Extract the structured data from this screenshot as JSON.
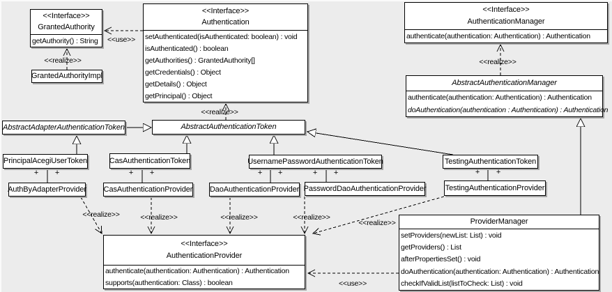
{
  "diagram": {
    "kind": "uml-class-diagram",
    "stereotype_interface": "<<Interface>>",
    "nodes": [
      {
        "id": "granted_authority",
        "stereotype": "<<Interface>>",
        "name": "GrantedAuthority",
        "methods": [
          {
            "text": "getAuthority() : String"
          }
        ]
      },
      {
        "id": "granted_authority_impl",
        "name": "GrantedAuthorityImpl",
        "methods": []
      },
      {
        "id": "authentication",
        "stereotype": "<<Interface>>",
        "name": "Authentication",
        "methods": [
          {
            "text": "setAuthenticated(isAuthenticated: boolean) : void"
          },
          {
            "text": "isAuthenticated() : boolean"
          },
          {
            "text": "getAuthorities() : GrantedAuthority[]"
          },
          {
            "text": "getCredentials() : Object"
          },
          {
            "text": "getDetails() : Object"
          },
          {
            "text": "getPrincipal() : Object"
          }
        ]
      },
      {
        "id": "authentication_manager",
        "stereotype": "<<Interface>>",
        "name": "AuthenticationManager",
        "methods": [
          {
            "text": "authenticate(authentication: Authentication) : Authentication"
          }
        ]
      },
      {
        "id": "abstract_authentication_manager",
        "name": "AbstractAuthenticationManager",
        "abstract": true,
        "methods": [
          {
            "text": "authenticate(authentication: Authentication) : Authentication"
          },
          {
            "text": "doAuthentication(authentication : Authentication) : Authentication",
            "italic": true
          }
        ]
      },
      {
        "id": "abstract_adapter_authentication_token",
        "name": "AbstractAdapterAuthenticationToken",
        "abstract": true,
        "methods": []
      },
      {
        "id": "abstract_authentication_token",
        "name": "AbstractAuthenticationToken",
        "abstract": true,
        "methods": []
      },
      {
        "id": "principal_acegi_user_token",
        "name": "PrincipalAcegiUserToken",
        "methods": []
      },
      {
        "id": "cas_authentication_token",
        "name": "CasAuthenticationToken",
        "methods": []
      },
      {
        "id": "username_password_authentication_token",
        "name": "UsernamePasswordAuthenticationToken",
        "methods": []
      },
      {
        "id": "testing_authentication_token",
        "name": "TestingAuthenticationToken",
        "methods": []
      },
      {
        "id": "auth_by_adapter_provider",
        "name": "AuthByAdapterProvider",
        "methods": []
      },
      {
        "id": "cas_authentication_provider",
        "name": "CasAuthenticationProvider",
        "methods": []
      },
      {
        "id": "dao_authentication_provider",
        "name": "DaoAuthenticationProvider",
        "methods": []
      },
      {
        "id": "password_dao_authentication_provider",
        "name": "PasswordDaoAuthenticationProvider",
        "methods": []
      },
      {
        "id": "testing_authentication_provider",
        "name": "TestingAuthenticationProvider",
        "methods": []
      },
      {
        "id": "authentication_provider",
        "stereotype": "<<Interface>>",
        "name": "AuthenticationProvider",
        "methods": [
          {
            "text": "authenticate(authentication: Authentication) : Authentication"
          },
          {
            "text": "supports(authentication: Class) : boolean"
          }
        ]
      },
      {
        "id": "provider_manager",
        "name": "ProviderManager",
        "methods": [
          {
            "text": "setProviders(newList: List) : void"
          },
          {
            "text": "getProviders() : List"
          },
          {
            "text": "afterPropertiesSet() : void"
          },
          {
            "text": "doAuthentication(authentication: Authentication) : Authentication"
          },
          {
            "text": "checkIfValidList(listToCheck: List) : void"
          }
        ]
      }
    ],
    "edges": [
      {
        "id": "gen_adapter_token",
        "kind": "generalization"
      },
      {
        "id": "gen_principal",
        "kind": "generalization"
      },
      {
        "id": "gen_cas",
        "kind": "generalization"
      },
      {
        "id": "gen_username",
        "kind": "generalization"
      },
      {
        "id": "gen_testing",
        "kind": "generalization"
      },
      {
        "id": "gen_provider_manager",
        "kind": "generalization"
      },
      {
        "id": "rel_granted_impl",
        "kind": "realize",
        "label": "<<realize>>"
      },
      {
        "id": "rel_abstract_token",
        "kind": "realize",
        "label": "<<realize>>"
      },
      {
        "id": "rel_abstract_manager",
        "kind": "realize",
        "label": "<<realize>>"
      },
      {
        "id": "rel_auth_by_adapter",
        "kind": "realize",
        "label": "<<realize>>"
      },
      {
        "id": "rel_cas_provider",
        "kind": "realize",
        "label": "<<realize>>"
      },
      {
        "id": "rel_dao_provider",
        "kind": "realize",
        "label": "<<realize>>"
      },
      {
        "id": "rel_password_dao",
        "kind": "realize",
        "label": "<<realize>>"
      },
      {
        "id": "rel_testing_provider",
        "kind": "realize",
        "label": "<<realize>>"
      },
      {
        "id": "use_granted",
        "kind": "use",
        "label": "<<use>>"
      },
      {
        "id": "use_provider",
        "kind": "use",
        "label": "<<use>>"
      },
      {
        "id": "assoc_principal",
        "kind": "association",
        "end_labels": [
          "+",
          "+"
        ]
      },
      {
        "id": "assoc_cas",
        "kind": "association",
        "end_labels": [
          "+",
          "+"
        ]
      },
      {
        "id": "assoc_dao",
        "kind": "association",
        "end_labels": [
          "+",
          "+"
        ]
      },
      {
        "id": "assoc_password",
        "kind": "association",
        "end_labels": [
          "+",
          "+"
        ]
      },
      {
        "id": "assoc_testing",
        "kind": "association",
        "end_labels": [
          "+",
          "+"
        ]
      }
    ],
    "colors": {
      "background": "#ececec",
      "node_fill": "#ffffff",
      "line": "#000000",
      "shadow": "#a6a6a6"
    }
  }
}
